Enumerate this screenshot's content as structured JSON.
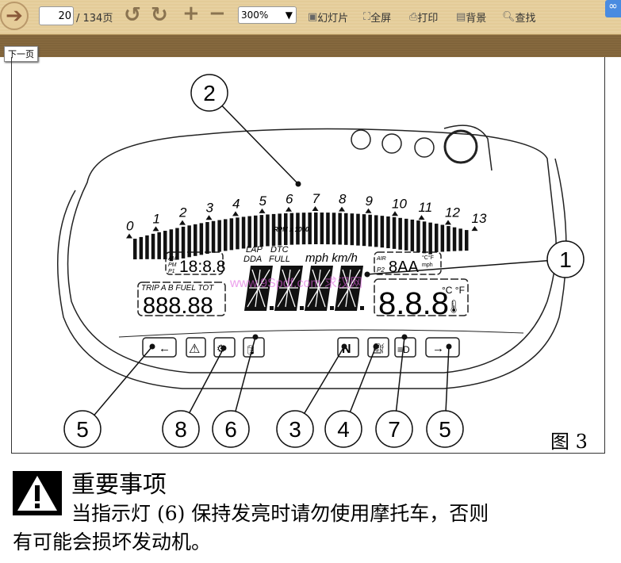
{
  "toolbar": {
    "current_page": "20",
    "total_pages": "/ 134页",
    "zoom": "300%",
    "slideshow": "幻灯片",
    "fullscreen": "全屏",
    "print": "打印",
    "background": "背景",
    "find": "查找"
  },
  "tooltip": "下一页",
  "figure": {
    "label": "图 3",
    "rpm_ticks": [
      "0",
      "1",
      "2",
      "3",
      "4",
      "5",
      "6",
      "7",
      "8",
      "9",
      "10",
      "11",
      "12",
      "13"
    ],
    "rpm_unit": "RPM x 1000",
    "lap": "LAP",
    "dtc": "DTC",
    "dda": "DDA",
    "full": "FULL",
    "units": "mph km/h",
    "clock_labels": [
      "AM",
      "PM",
      "P1"
    ],
    "clock": "18:8.8",
    "trip_label": "TRIP A B FUEL TOT",
    "trip": "888.88",
    "air": "AIR",
    "p2": "P2",
    "air_value": "8AA",
    "air_units": "°C°F",
    "air_mph": "mph",
    "temp": "8.8.8",
    "temp_units": "°C °F",
    "neutral": "N",
    "callouts": [
      "2",
      "1",
      "5",
      "8",
      "6",
      "3",
      "4",
      "7",
      "5"
    ],
    "watermark": "www.9Spdf.com 求汉网"
  },
  "warning": {
    "title": "重要事项",
    "line1": "当指示灯 (6) 保持发亮时请勿使用摩托车，否则",
    "line2": "有可能会损坏发动机。"
  }
}
